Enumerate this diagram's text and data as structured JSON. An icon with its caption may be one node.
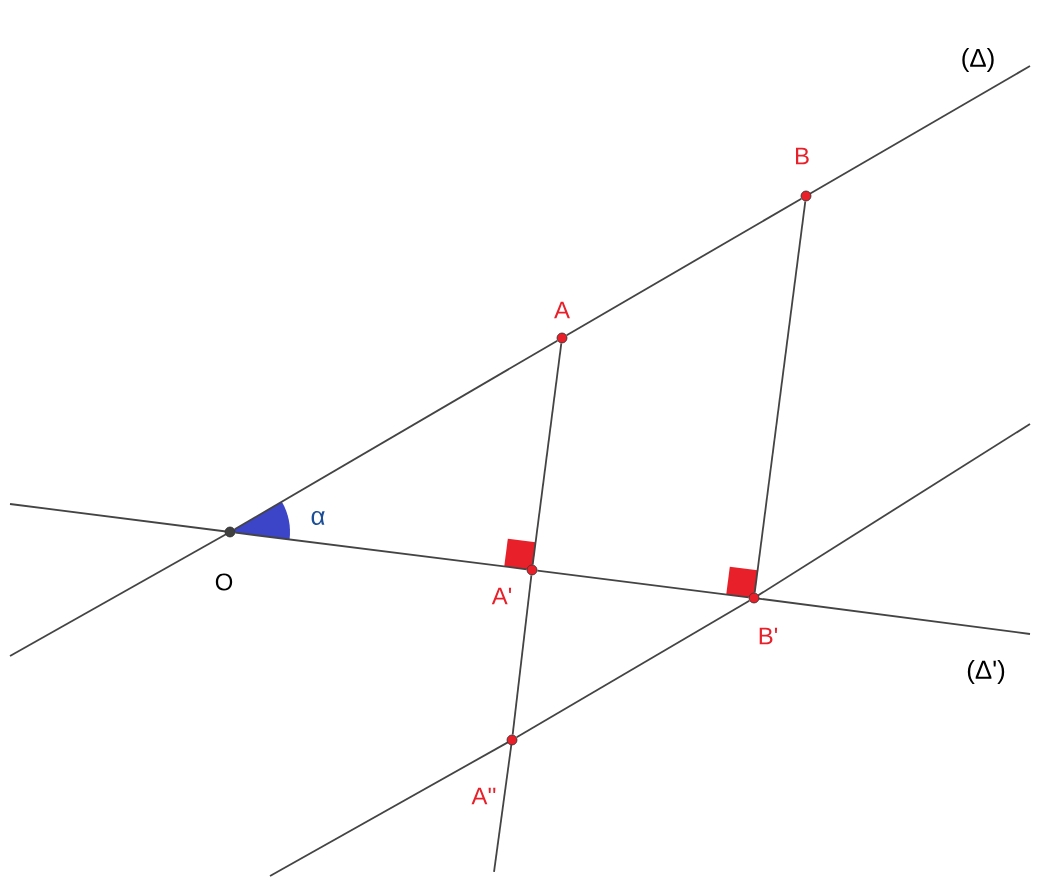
{
  "diagram": {
    "nodes": [
      {
        "text": [],
        "shape": "circle",
        "beside": [
          "O"
        ]
      },
      {
        "text": [],
        "shape": "circle",
        "beside": [
          "A"
        ]
      },
      {
        "text": [],
        "shape": "circle",
        "beside": [
          "B"
        ]
      },
      {
        "text": [],
        "shape": "circle",
        "beside": [
          "A'"
        ]
      },
      {
        "text": [],
        "shape": "circle",
        "beside": [
          "B'"
        ]
      },
      {
        "text": [],
        "shape": "circle",
        "beside": [
          "A''"
        ]
      }
    ],
    "edges": [
      {
        "from": 0,
        "to": 1,
        "arrow": "none"
      },
      {
        "from": 1,
        "to": 2,
        "arrow": "none"
      },
      {
        "from": 0,
        "to": 3,
        "arrow": "none"
      },
      {
        "from": 3,
        "to": 4,
        "arrow": "none"
      },
      {
        "from": 1,
        "to": 3,
        "arrow": "none"
      },
      {
        "from": 3,
        "to": 5,
        "arrow": "none"
      },
      {
        "from": 5,
        "to": 4,
        "arrow": "none"
      },
      {
        "from": 2,
        "to": 4,
        "arrow": "none"
      }
    ],
    "labels": [
      "(Δ)",
      "α",
      "(Δ')"
    ]
  }
}
